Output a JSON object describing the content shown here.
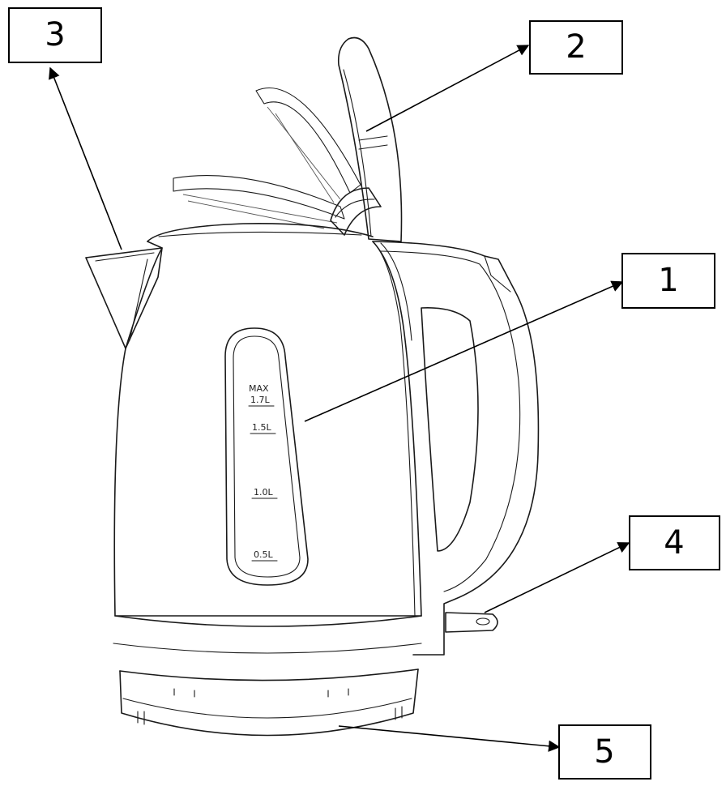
{
  "figure": {
    "callouts": [
      {
        "id": "1",
        "label": "1"
      },
      {
        "id": "2",
        "label": "2"
      },
      {
        "id": "3",
        "label": "3"
      },
      {
        "id": "4",
        "label": "4"
      },
      {
        "id": "5",
        "label": "5"
      }
    ],
    "water_window": {
      "markings": [
        "MAX",
        "1.7L",
        "1.5L",
        "1.0L",
        "0.5L"
      ]
    }
  }
}
